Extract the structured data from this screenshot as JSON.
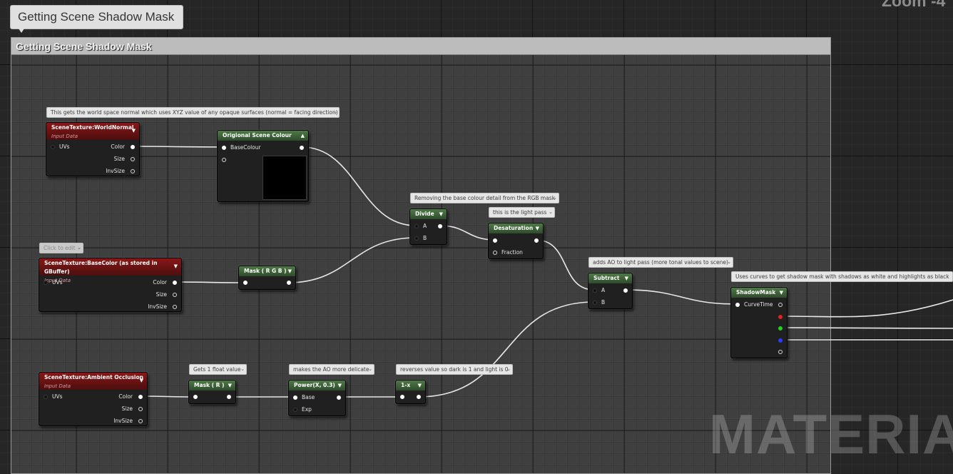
{
  "top_bubble": {
    "text": "Getting Scene Shadow Mask"
  },
  "comment_box": {
    "title": "Getting Scene Shadow Mask"
  },
  "zoom": {
    "label": "Zoom -4"
  },
  "watermark": {
    "text": "MATERIAL"
  },
  "comments": {
    "world_normal": "This gets the world space normal which uses XYZ value of any opaque surfaces (normal = facing direction)",
    "click_to_edit": "Click to edit",
    "divide": "Removing the base colour detail from the RGB mask",
    "light_pass": "this is the light pass",
    "ao_light": "adds AO to light pass (more tonal values to scene)",
    "shadowmask": "Uses curves to get shadow mask with shadows as white and highlights as black",
    "mask_r": "Gets 1 float value",
    "power": "makes the AO more delicate",
    "one_minus": "reverses value so dark is 1 and light is 0"
  },
  "nodes": {
    "world_normal": {
      "title": "SceneTexture:WorldNormal",
      "subtitle": "Input Data",
      "uvs": "UVs",
      "color": "Color",
      "size": "Size",
      "invsize": "InvSize"
    },
    "scene_colour": {
      "title": "Origional Scene Colour",
      "base": "BaseColour"
    },
    "base_color": {
      "title": "SceneTexture:BaseColor (as stored in GBuffer)",
      "subtitle": "Input Data",
      "uvs": "UVs",
      "color": "Color",
      "size": "Size",
      "invsize": "InvSize"
    },
    "mask_rgb": {
      "title": "Mask ( R G B )"
    },
    "divide": {
      "title": "Divide",
      "a": "A",
      "b": "B"
    },
    "desaturation": {
      "title": "Desaturation",
      "fraction": "Fraction"
    },
    "subtract": {
      "title": "Subtract",
      "a": "A",
      "b": "B"
    },
    "shadowmask": {
      "title": "ShadowMask",
      "curvetime": "CurveTime"
    },
    "ambient_occlusion": {
      "title": "SceneTexture:Ambient Occlusion",
      "subtitle": "Input Data",
      "uvs": "UVs",
      "color": "Color",
      "size": "Size",
      "invsize": "InvSize"
    },
    "mask_r": {
      "title": "Mask ( R )"
    },
    "power": {
      "title": "Power(X, 0.3)",
      "base": "Base",
      "exp": "Exp"
    },
    "one_minus": {
      "title": "1-x"
    }
  },
  "colors": {
    "output_red": "#e52020",
    "output_green": "#22d422",
    "output_blue": "#2a3cff",
    "node_header": "#3d6338",
    "texture_header": "#7a1414"
  }
}
